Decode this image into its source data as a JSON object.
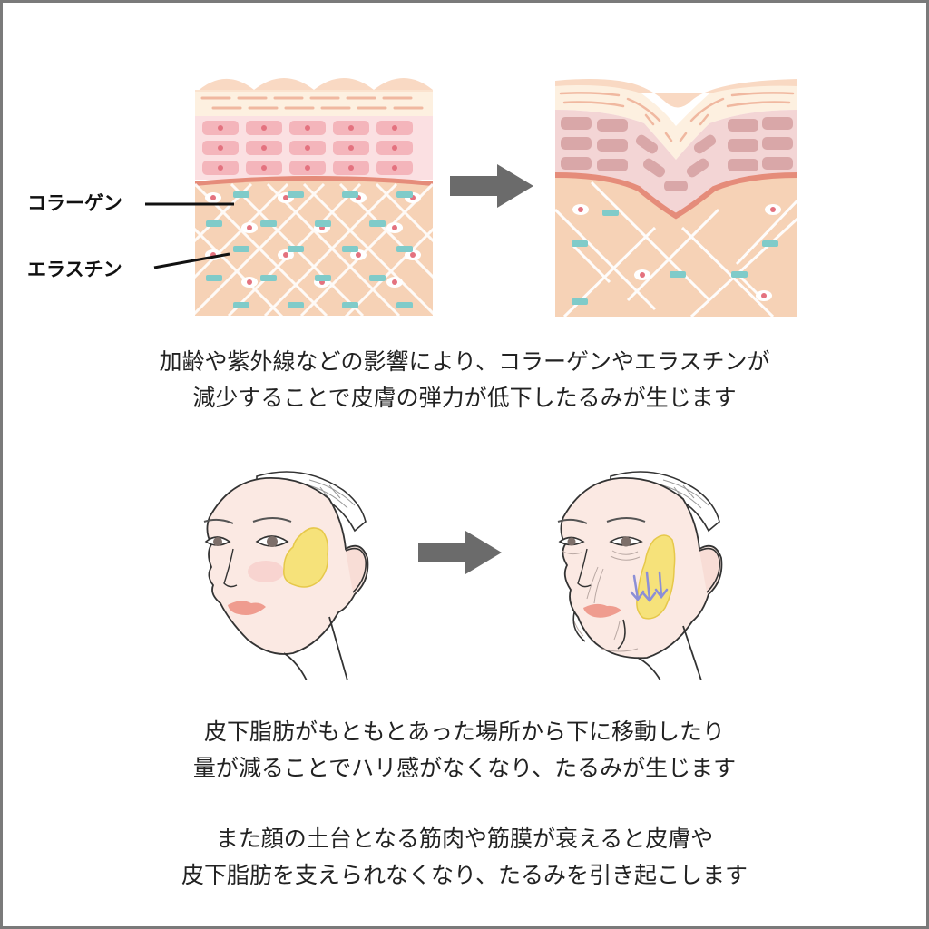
{
  "labels": {
    "collagen": "コラーゲン",
    "elastin": "エラスチン"
  },
  "captions": {
    "skin_line1": "加齢や紫外線などの影響により、コラーゲンやエラスチンが",
    "skin_line2": "減少することで皮膚の弾力が低下したるみが生じます",
    "fat_line1": "皮下脂肪がもともとあった場所から下に移動したり",
    "fat_line2": "量が減ることでハリ感がなくなり、たるみが生じます",
    "muscle_line1": "また顔の土台となる筋肉や筋膜が衰えると皮膚や",
    "muscle_line2": "皮下脂肪を支えられなくなり、たるみを引き起こします"
  },
  "colors": {
    "frame": "#7a7a7a",
    "arrow": "#6b6b6b",
    "dermis": "#f5d3b8",
    "epidermis_pink": "#f6c9cc",
    "cell": "#ec7f8c",
    "elastin": "#7fc9c8",
    "fat": "#f6e27a",
    "sag_arrow": "#8c8fd6"
  }
}
